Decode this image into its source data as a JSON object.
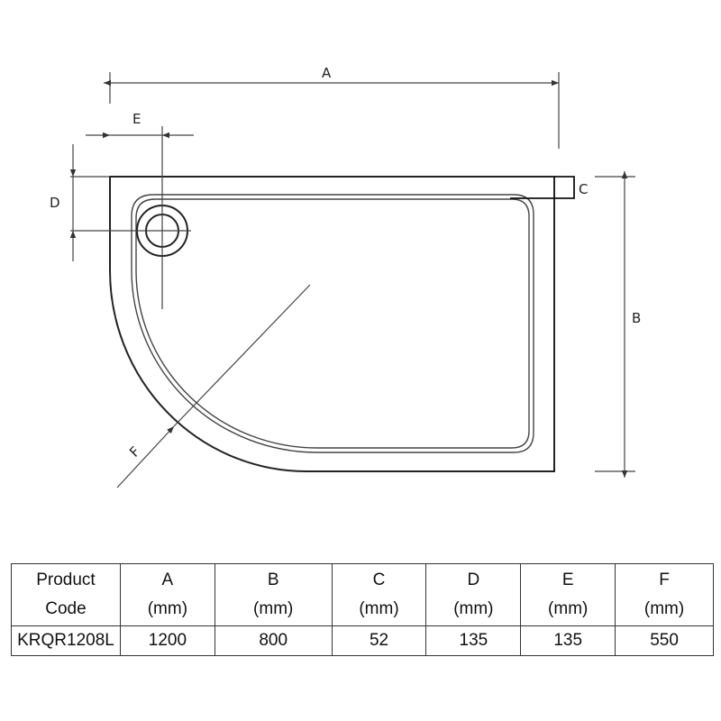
{
  "diagram": {
    "labels": {
      "A": "A",
      "B": "B",
      "C": "C",
      "D": "D",
      "E": "E",
      "F": "F"
    }
  },
  "table": {
    "headers": [
      {
        "line1": "Product",
        "line2": "Code"
      },
      {
        "line1": "A",
        "line2": "(mm)"
      },
      {
        "line1": "B",
        "line2": "(mm)"
      },
      {
        "line1": "C",
        "line2": "(mm)"
      },
      {
        "line1": "D",
        "line2": "(mm)"
      },
      {
        "line1": "E",
        "line2": "(mm)"
      },
      {
        "line1": "F",
        "line2": "(mm)"
      }
    ],
    "row": [
      "KRQR1208L",
      "1200",
      "800",
      "52",
      "135",
      "135",
      "550"
    ]
  }
}
